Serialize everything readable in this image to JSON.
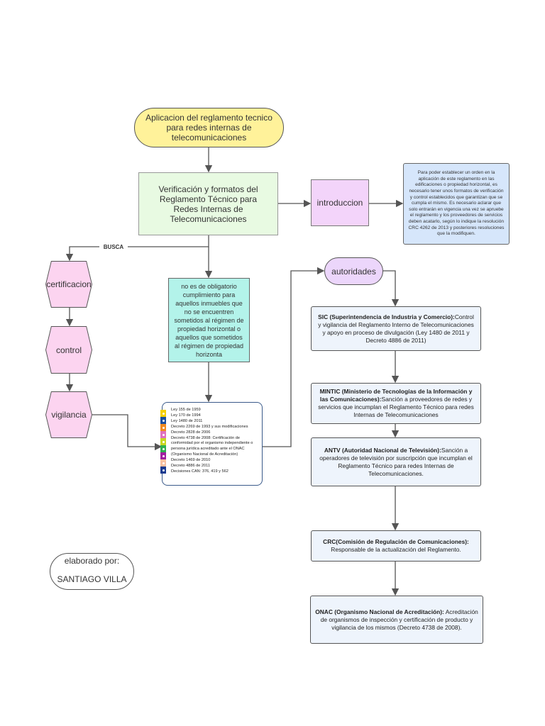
{
  "title": "Aplicacion del reglamento tecnico para redes internas de telecomunicaciones",
  "verificacion": "Verificación y formatos del Reglamento Técnico para Redes Internas de Telecomunicaciones",
  "introduccion": "introduccion",
  "intro_text": "Para  poder establecer un orden en la aplicación de este reglamento en las edificaciones o propiedad horizontal, es necesario tener unos formatos de verificación y control establecidos que garantizan que se cumpla el mismo. Es necesario aclarar que solo entrarán en vigencia una vez se apruebe el reglamento y los proveedores de servicios deben acatarlo, según lo indique la resolución CRC 4262 de 2013 y posteriores resoluciones que la modifiquen.",
  "busca": "BUSCA",
  "left_items": [
    "certificacion",
    "control",
    "vigilancia"
  ],
  "obligatorio": "no es de obligatorio cumplimiento para aquellos inmuebles que no se encuentren sometidos al régimen de propiedad horizontal o aquellos que sometidos al régimen de propiedad horizonta",
  "laws": [
    "Ley 155 de 1959",
    "Ley 170 de 1994",
    "Ley 1480 de 2011",
    "Decreto 2269 de 1993 y sus modificaciones",
    "Decreto 2828 de 2006",
    "Decreto 4738 de 2008: Certificación de conformidad por el organismo independiente o persona jurídica acreditado ante el ONAC (Organismo Nacional de Acreditación)",
    "Decreto 1469 de 2010",
    "Decreto 4886 de 2011",
    "Decisiones CAN: 376, 419 y 562"
  ],
  "stripe_colors": [
    "#f5d000",
    "#1a4fa0",
    "#f08a20",
    "#e070c0",
    "#c8d820",
    "#30b050",
    "#a020a0",
    "#f8c0a0",
    "#1a3a90"
  ],
  "autoridades": "autoridades",
  "authorities": [
    {
      "name": "SIC (Superintendencia de Industria y Comercio):",
      "desc": "Control y vigilancia del Reglamento Interno de Telecomunicaciones y apoyo en proceso de divulgación (Ley 1480 de 2011 y Decreto 4886 de 2011)"
    },
    {
      "name": "MINTIC (Ministerio de Tecnologías de la Información y las Comunicaciones):",
      "desc": "Sanción a proveedores de redes y servicios que incumplan el Reglamento Técnico para redes Internas de Telecomunicaciones"
    },
    {
      "name": "ANTV (Autoridad Nacional de Televisión):",
      "desc": "Sanción a operadores de televisión por suscripción que incumplan el Reglamento Técnico para redes Internas de Telecomunicaciones."
    },
    {
      "name": "CRC(Comisión de Regulación de Comunicaciones):",
      "desc": " Responsable de la actualización del Reglamento."
    },
    {
      "name": "ONAC (Organismo Nacional de Acreditación):",
      "desc": " Acreditación de organismos de inspección y certificación de producto y vigilancia de los mismos (Decreto 4738 de 2008)."
    }
  ],
  "elaborado": "elaborado por:",
  "autor": "SANTIAGO VILLA"
}
